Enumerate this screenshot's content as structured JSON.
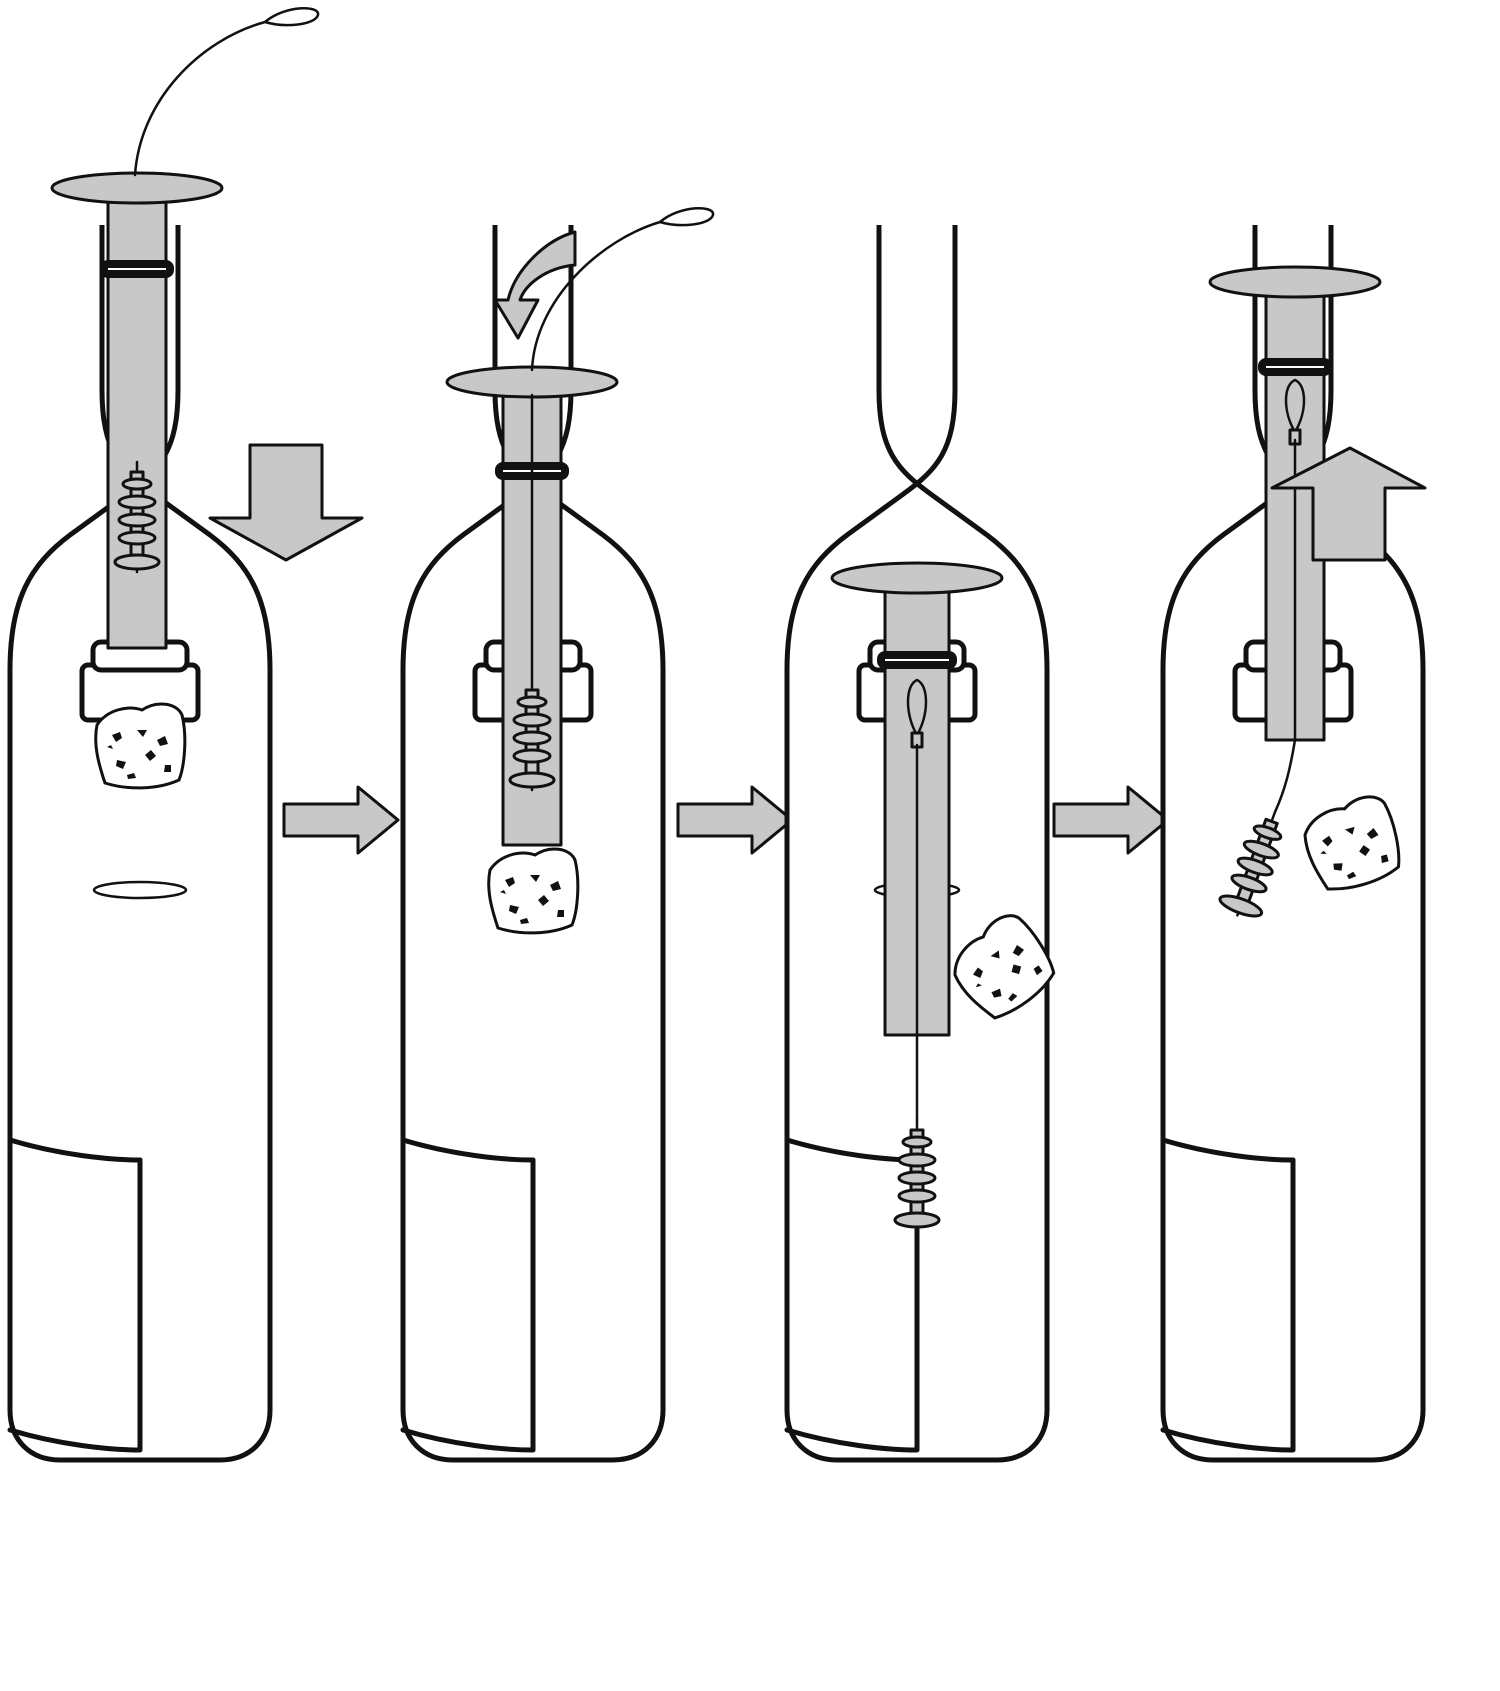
{
  "figure": {
    "kind": "instruction-illustration",
    "steps": [
      {
        "step": 1,
        "tool_motion": "down",
        "cork_state": "in-neck"
      },
      {
        "step": 2,
        "tool_motion": "string-fed-in",
        "cork_state": "pushed-down"
      },
      {
        "step": 3,
        "tool_motion": "hook-lowered",
        "cork_state": "in-bottle"
      },
      {
        "step": 4,
        "tool_motion": "up",
        "cork_state": "hooked"
      }
    ],
    "arrows": [
      {
        "name": "push-down-arrow",
        "direction": "down"
      },
      {
        "name": "insert-string-arrow",
        "direction": "curved-down"
      },
      {
        "name": "step-1-to-2-arrow",
        "direction": "right"
      },
      {
        "name": "step-2-to-3-arrow",
        "direction": "right"
      },
      {
        "name": "step-3-to-4-arrow",
        "direction": "right"
      },
      {
        "name": "pull-up-arrow",
        "direction": "up"
      }
    ]
  },
  "colors": {
    "outline": "#111111",
    "tool_fill": "#c8c8c8",
    "arrow_fill": "#c8c8c8",
    "background": "#ffffff"
  },
  "icons": [
    "wine-bottle-icon",
    "cork-extractor-tool-icon",
    "cork-icon",
    "arrow-icon"
  ]
}
